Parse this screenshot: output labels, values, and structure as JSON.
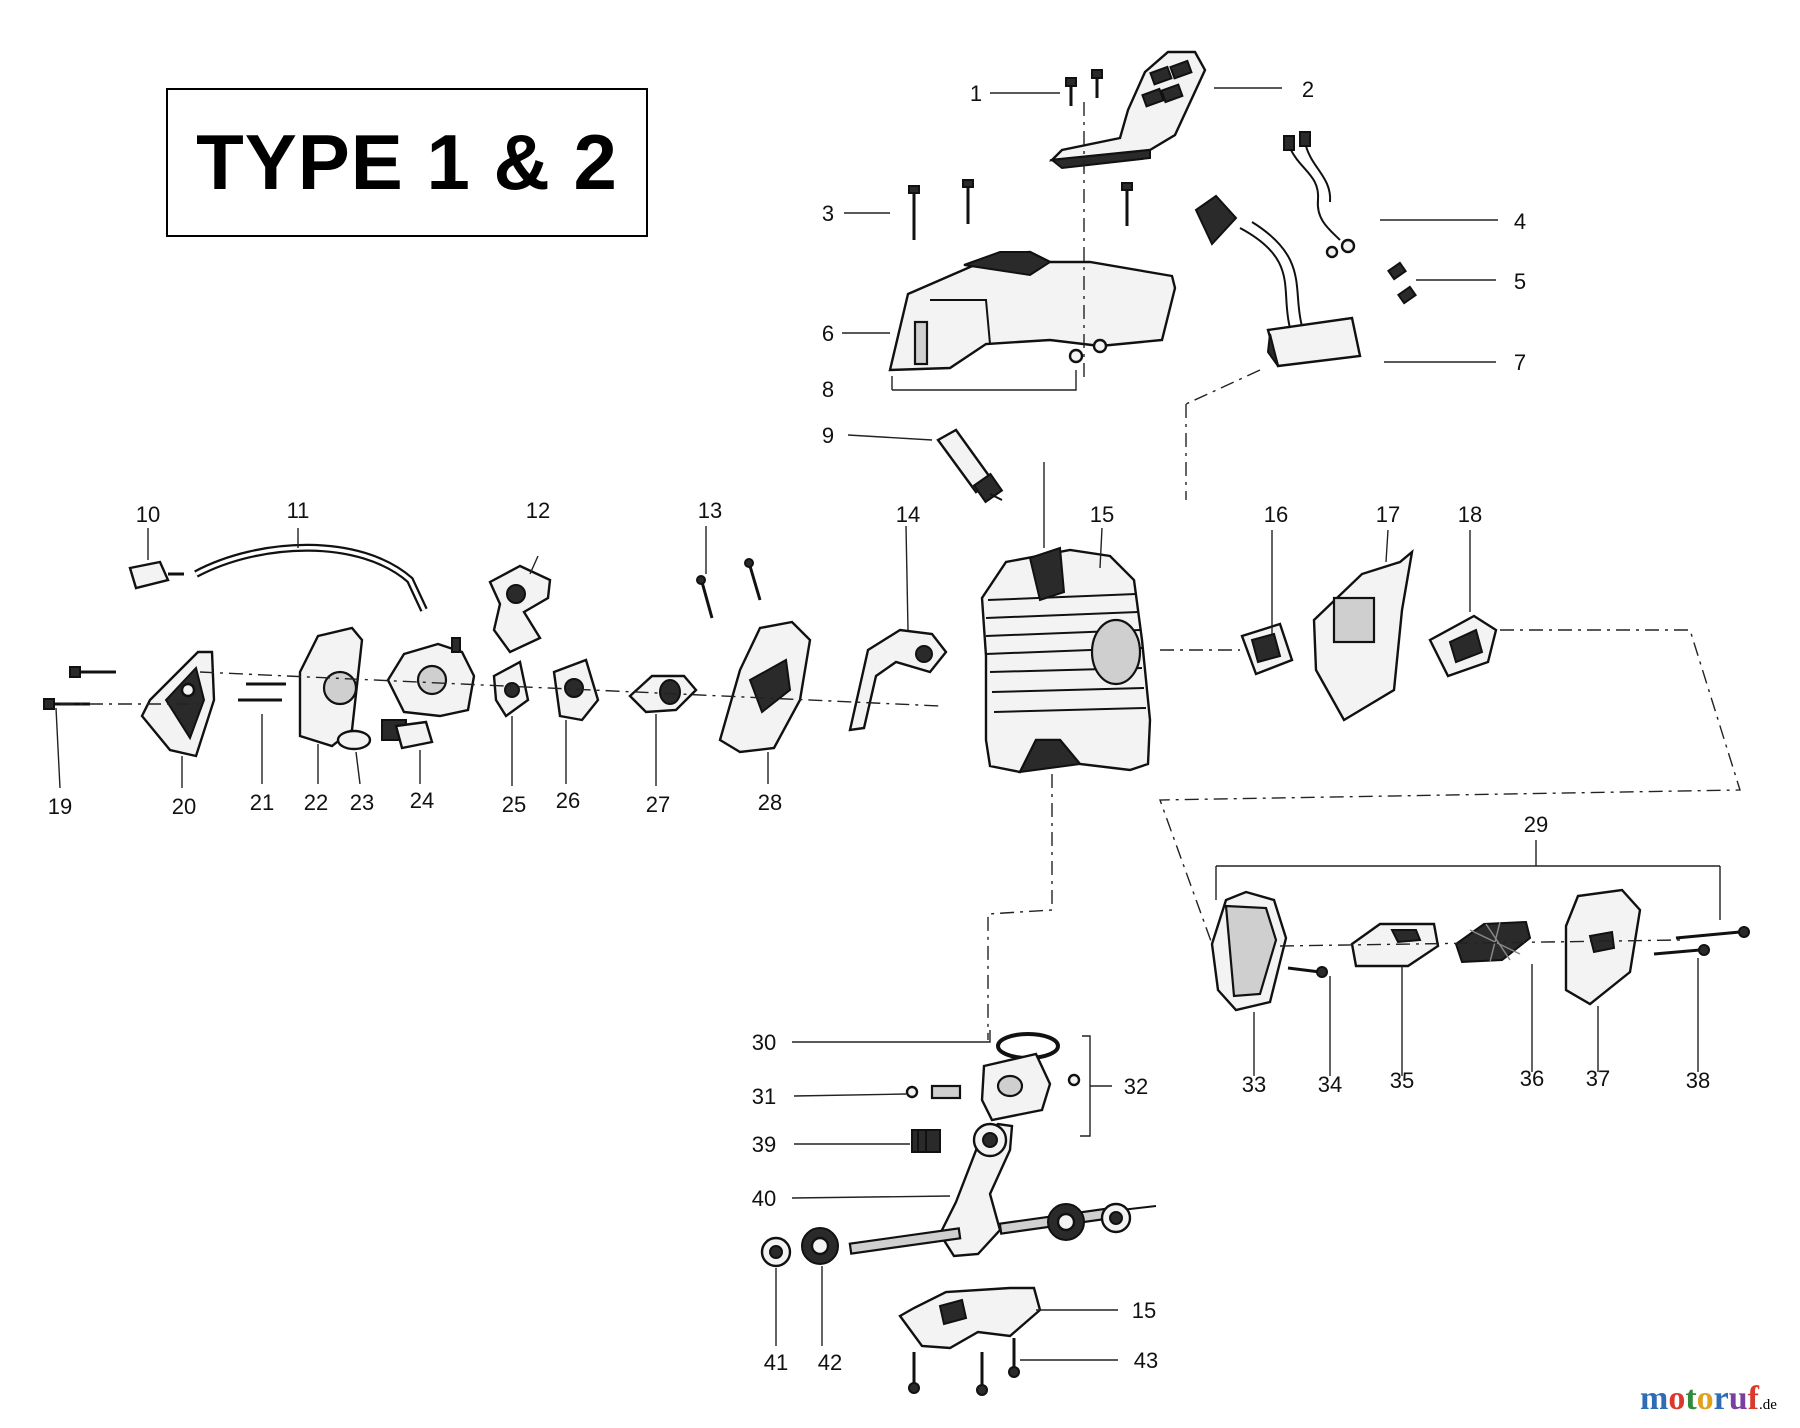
{
  "title": "TYPE 1 & 2",
  "watermark": {
    "text": "motoruf",
    "suffix": ".de",
    "letter_colors": [
      "#2e6db5",
      "#d93a2b",
      "#2e8b3a",
      "#e0a020",
      "#2e6db5",
      "#7b3fa0",
      "#d93a2b"
    ]
  },
  "callouts": [
    "1",
    "2",
    "3",
    "4",
    "5",
    "6",
    "7",
    "8",
    "9",
    "10",
    "11",
    "12",
    "13",
    "14",
    "15",
    "16",
    "17",
    "18",
    "19",
    "20",
    "21",
    "22",
    "23",
    "24",
    "25",
    "26",
    "27",
    "28",
    "29",
    "30",
    "31",
    "32",
    "33",
    "34",
    "35",
    "36",
    "37",
    "38",
    "39",
    "40",
    "41",
    "42",
    "15",
    "43"
  ]
}
